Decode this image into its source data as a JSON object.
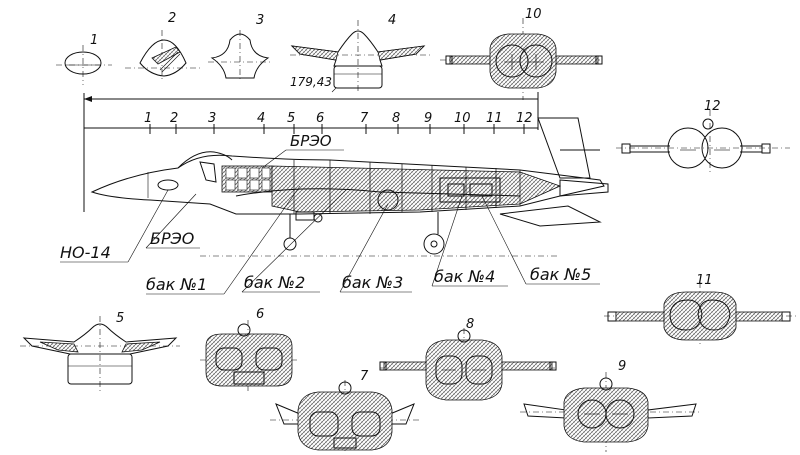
{
  "section_numbers": [
    "1",
    "2",
    "3",
    "4",
    "5",
    "6",
    "7",
    "8",
    "9",
    "10",
    "11",
    "12"
  ],
  "scale_ticks": [
    "1",
    "2",
    "3",
    "4",
    "5",
    "6",
    "7",
    "8",
    "9",
    "10",
    "11",
    "12"
  ],
  "dimension": "179,43",
  "labels": {
    "brezo_top": "БРЭО",
    "brezo_bottom": "БРЭО",
    "radar": "НО-14",
    "tank1": "бак №1",
    "tank2": "бак №2",
    "tank3": "бак №3",
    "tank4": "бак №4",
    "tank5": "бак №5"
  }
}
